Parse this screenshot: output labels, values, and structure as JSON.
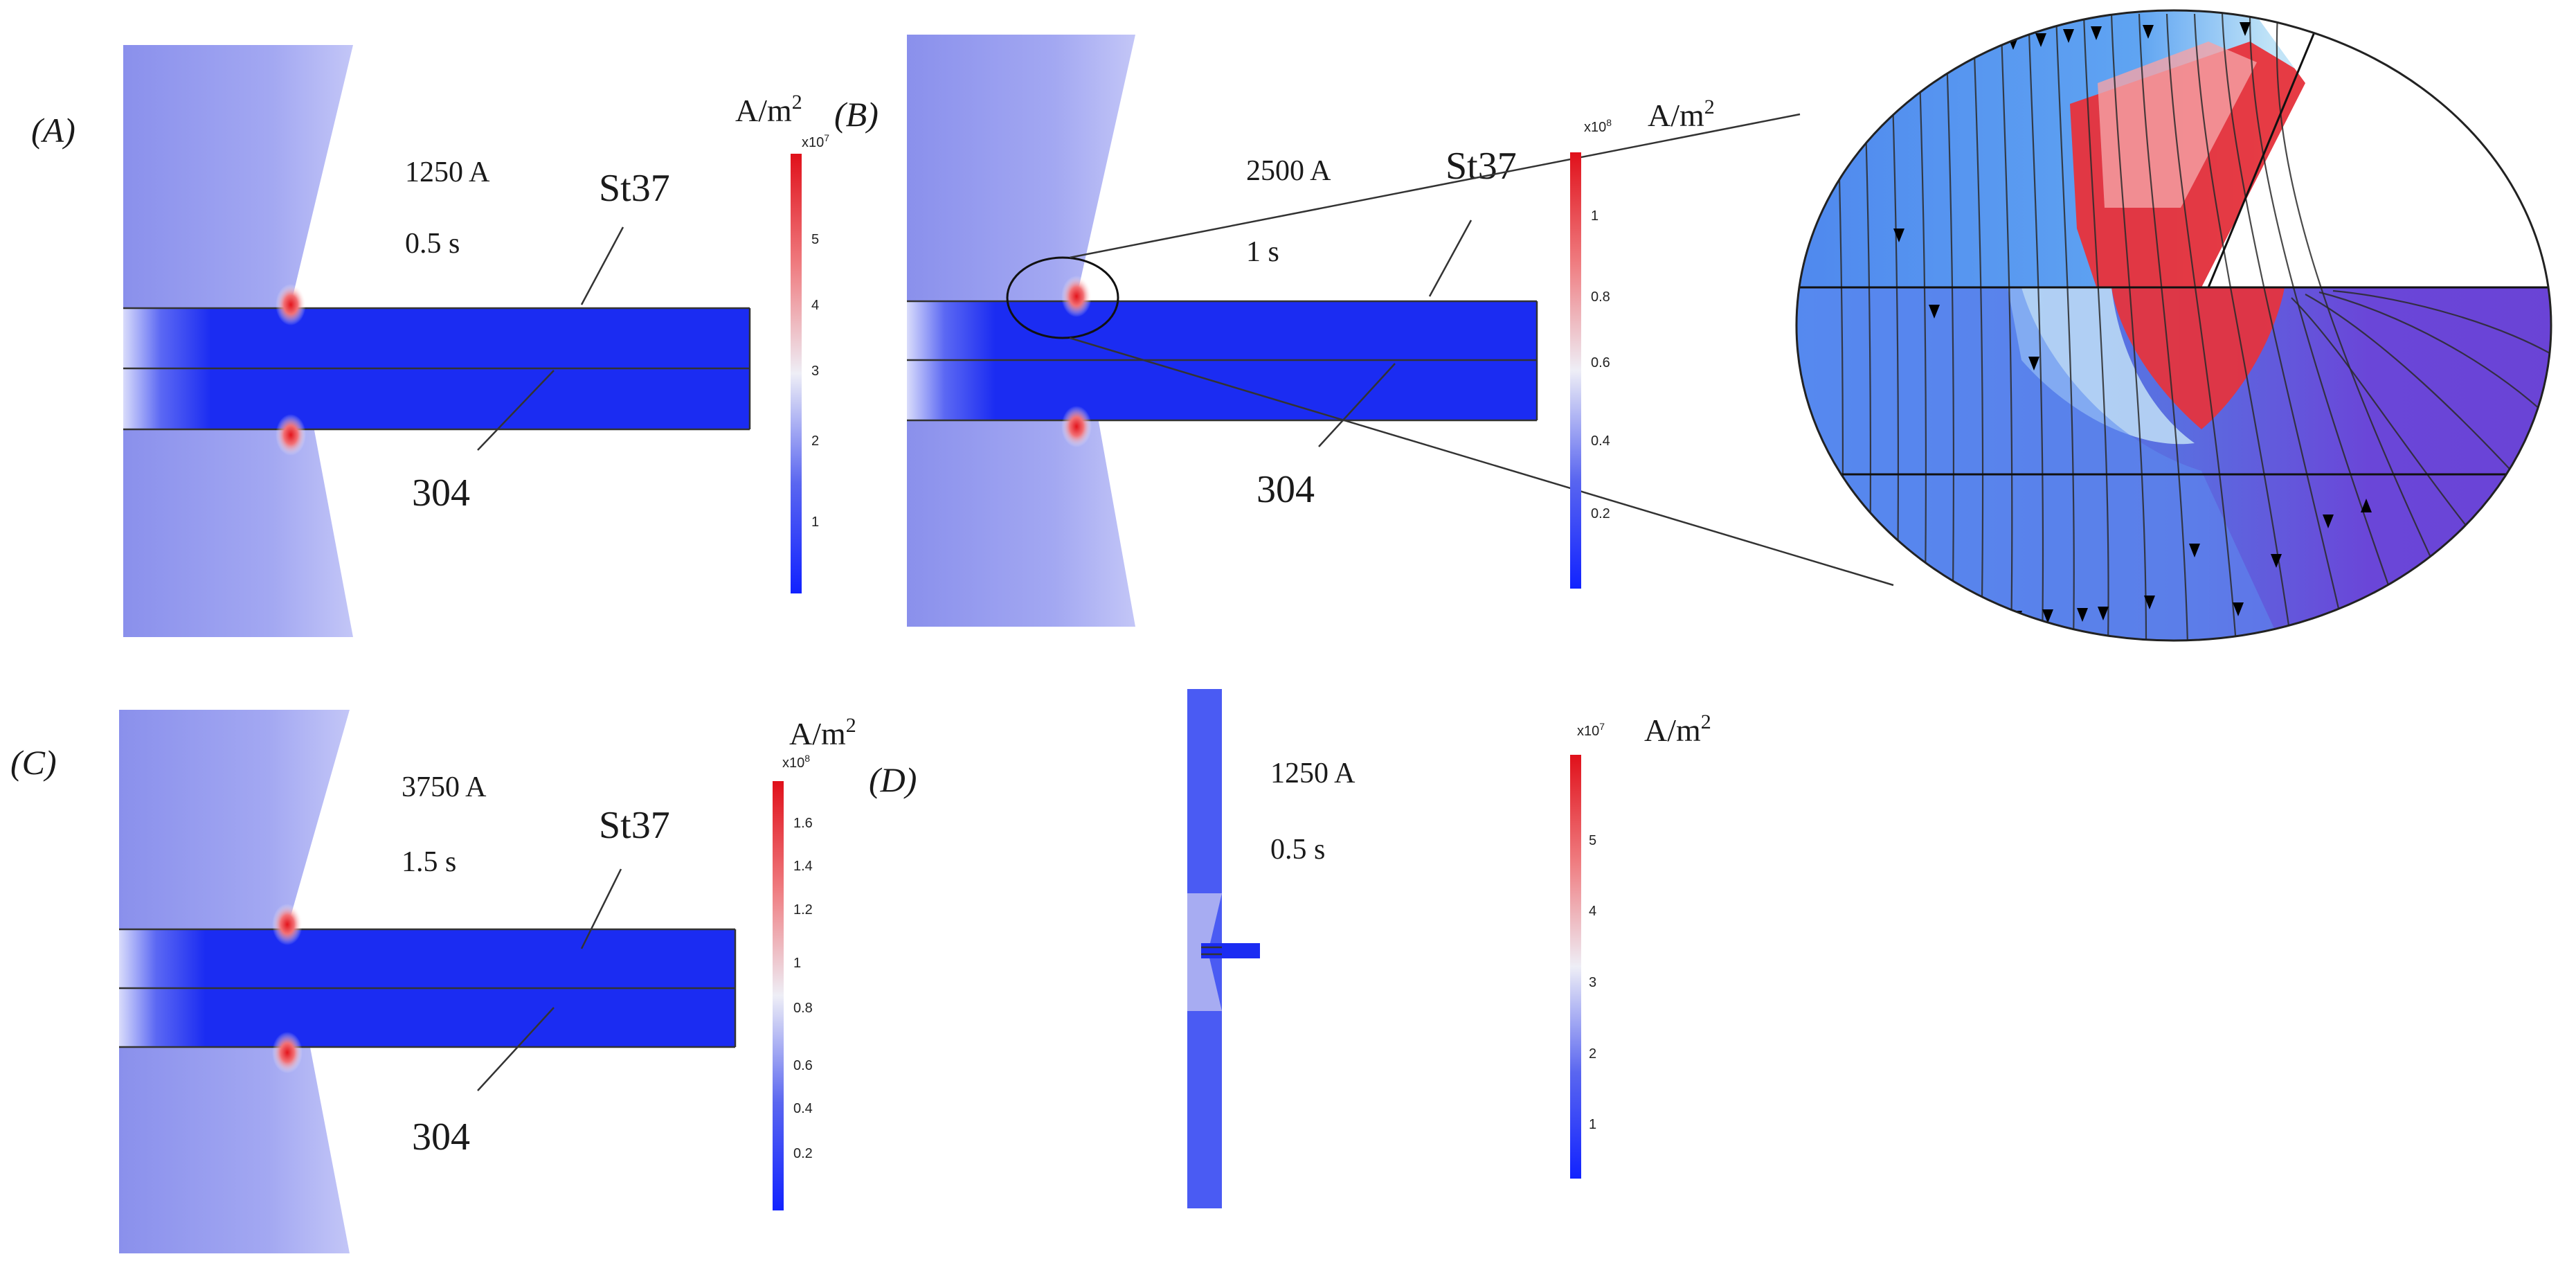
{
  "panels": {
    "A": {
      "label": "(A)",
      "current": "1250 A",
      "time": "0.5 s",
      "upper_material": "St37",
      "lower_material": "304"
    },
    "B": {
      "label": "(B)",
      "current": "2500 A",
      "time": "1 s",
      "upper_material": "St37",
      "lower_material": "304"
    },
    "C": {
      "label": "(C)",
      "current": "3750 A",
      "time": "1.5 s",
      "upper_material": "St37",
      "lower_material": "304"
    },
    "D": {
      "label": "(D)",
      "current": "1250 A",
      "time": "0.5 s"
    }
  },
  "colorbars": [
    {
      "id": "A",
      "unit": "A/m",
      "unit_exp": "2",
      "multiplier": "x10",
      "multiplier_exp": "7",
      "ticks": [
        "5",
        "4",
        "3",
        "2",
        "1"
      ]
    },
    {
      "id": "B",
      "unit": "A/m",
      "unit_exp": "2",
      "multiplier": "x10",
      "multiplier_exp": "8",
      "ticks": [
        "1",
        "0.8",
        "0.6",
        "0.4",
        "0.2"
      ]
    },
    {
      "id": "C",
      "unit": "A/m",
      "unit_exp": "2",
      "multiplier": "x10",
      "multiplier_exp": "8",
      "ticks": [
        "1.6",
        "1.4",
        "1.2",
        "1",
        "0.8",
        "0.6",
        "0.4",
        "0.2"
      ]
    },
    {
      "id": "D",
      "unit": "A/m",
      "unit_exp": "2",
      "multiplier": "x10",
      "multiplier_exp": "7",
      "ticks": [
        "5",
        "4",
        "3",
        "2",
        "1"
      ]
    }
  ],
  "colors": {
    "low": "#1a2bff",
    "mid": "#f2f2f8",
    "high": "#e3151c",
    "electrode": "#8f95ee",
    "sheet": "#1b2cf2",
    "zoom_left": "#5a8fee",
    "zoom_right": "#6a43d6"
  }
}
